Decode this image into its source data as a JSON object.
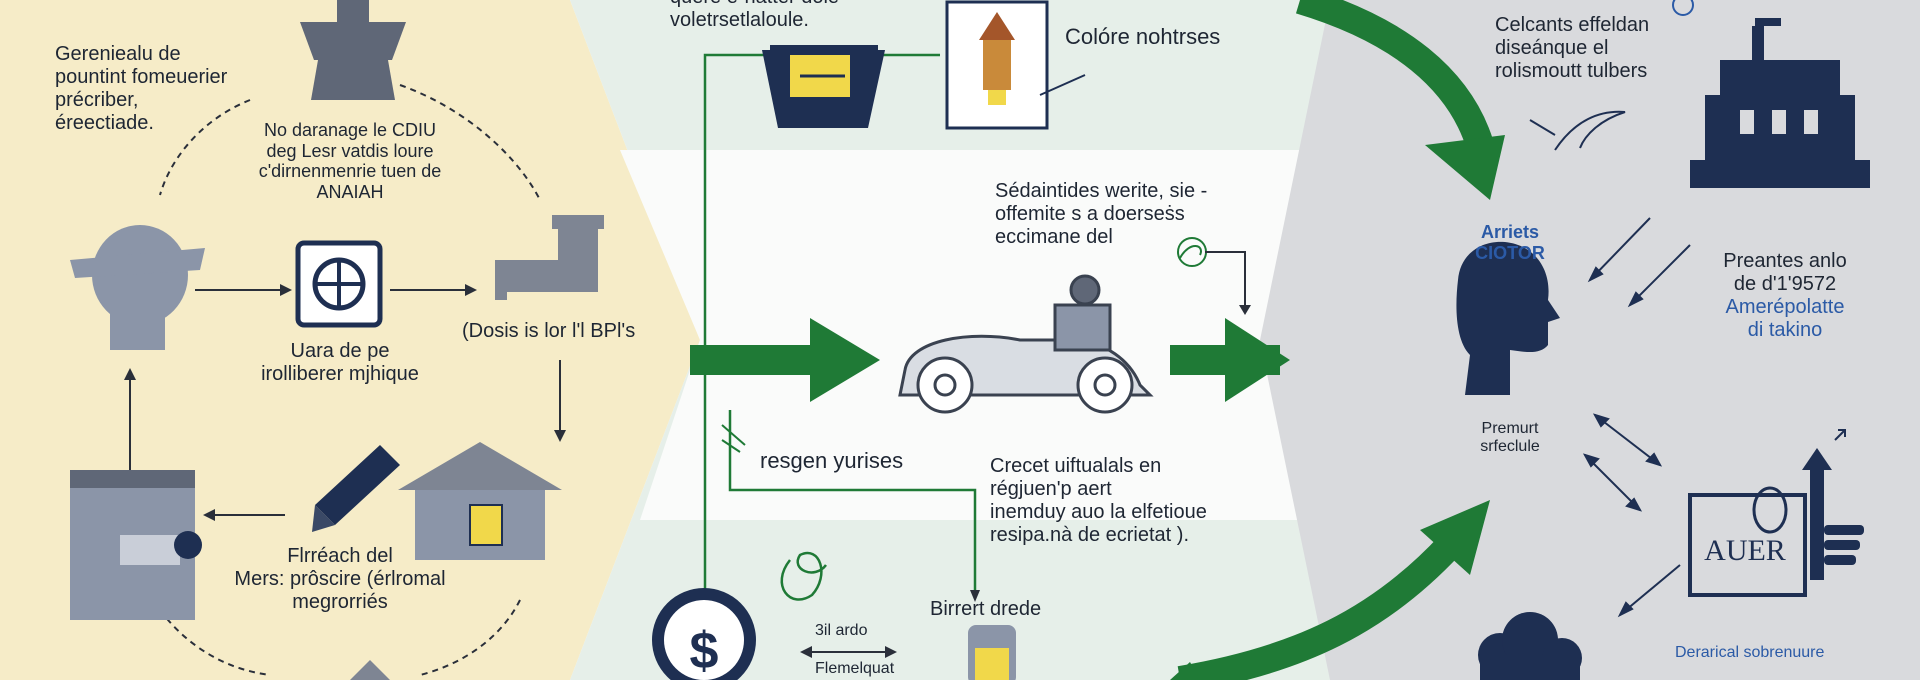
{
  "colors": {
    "left_panel": "#f6ecc8",
    "middle_panel": "#e6efe9",
    "middle_band": "#fafbfa",
    "right_panel": "#d9dadd",
    "navy": "#1e2f52",
    "slate": "#7e8593",
    "green": "#1f7a36",
    "gold": "#f1d84a"
  },
  "left": {
    "intro": [
      "Gereniealu de",
      "pountint fomeuerier",
      "précriber,",
      "éreectiade."
    ],
    "cycle_note": [
      "No daranage le CDIU",
      "deg Lesr vatdis loure",
      "c'dirnenmenrie tuen de",
      "ANAIAH"
    ],
    "center_label": [
      "Uara de pe",
      "irolliberer mjhique"
    ],
    "right_label": "(Dosis is lor l'l BPl's",
    "bottom_label": [
      "Flrréach del",
      "Mers: prôscire (érlromal",
      "megrorriés"
    ]
  },
  "middle": {
    "top_caption": [
      "quere e-natter dole",
      "voletrsetlaloule."
    ],
    "color_label": "Colóre nohtrses",
    "car_caption": [
      "Sédaintides werite, sie -",
      "offemite s a doerseṡs",
      "eccimane del"
    ],
    "regen_label": "resgen yurises",
    "crect_caption": [
      "Crecet uiftualals en",
      "régjuen'p aert",
      "inemduy auo la elfetioue",
      "resipa.nà de ecrietat )."
    ],
    "money_label": "3il ardo",
    "money_sub": "Flemelquat",
    "bottom_label": "Birrert drede"
  },
  "right": {
    "top_caption": [
      "Celcants effeldan",
      "diseánque el",
      "rolismoutt tulbers"
    ],
    "head_title": [
      "Arriets",
      "CIOTOR"
    ],
    "head_caption": [
      "Premurt",
      "srfeclule"
    ],
    "side_caption": [
      "Preantes anlo",
      "de d'1'9572"
    ],
    "side_caption_blue": [
      "Amerépolatte",
      "di takino"
    ],
    "box_label": "AUER",
    "bottom_caption": "Derarical sobrenuure"
  },
  "icons": [
    "pylon-icon",
    "head-icon",
    "clock-icon",
    "pipe-icon",
    "building-icon",
    "pencil-icon",
    "house-icon",
    "bin-icon",
    "lantern-icon",
    "vintage-car-icon",
    "bird-icon",
    "dollar-icon",
    "bottle-icon",
    "castle-icon",
    "person-head-icon",
    "thumbs-up-icon",
    "cloud-icon",
    "arrow-icon"
  ]
}
